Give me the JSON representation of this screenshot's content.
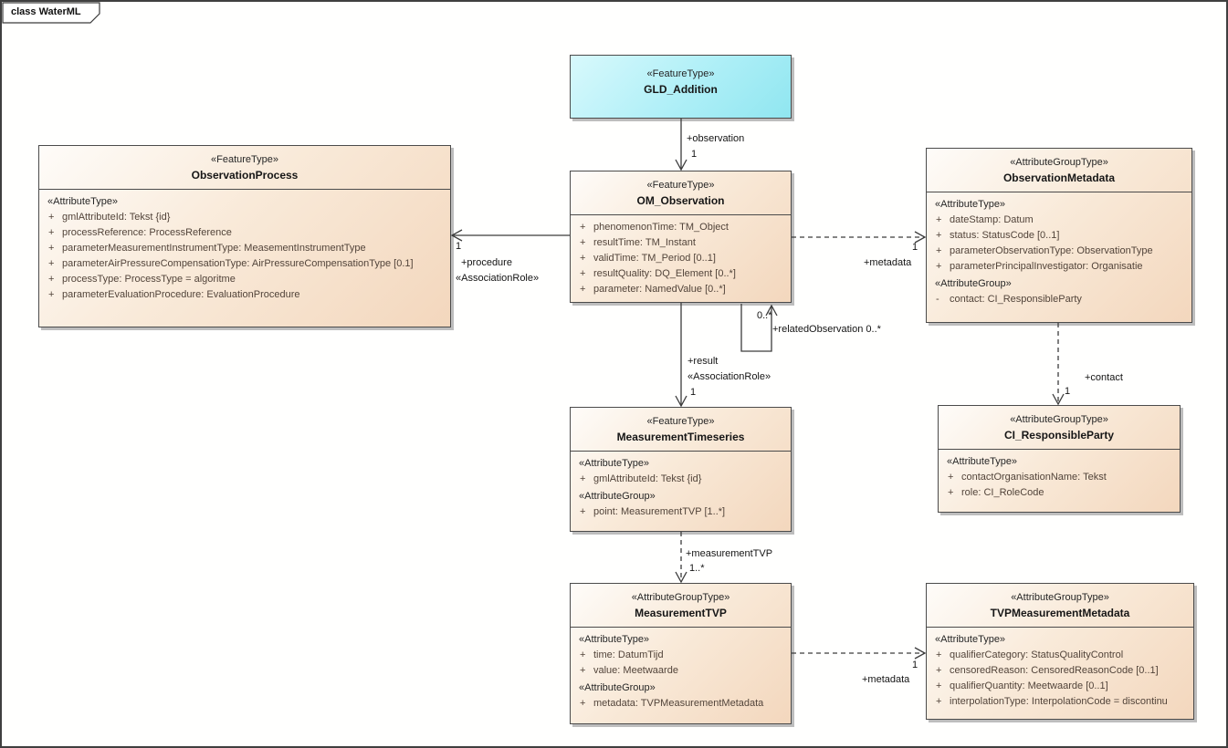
{
  "frame": {
    "title": "class WaterML"
  },
  "colors": {
    "highlight_fill": "#aeeff7",
    "class_fill_start": "#fefcf9",
    "class_fill_end": "#f3d7bd",
    "border": "#4b4b4b",
    "shadow": "#bdbdbd",
    "attribute_text": "#52443a",
    "line": "#3c3c3c"
  },
  "classes": {
    "gld_addition": {
      "stereotype": "«FeatureType»",
      "name": "GLD_Addition"
    },
    "observation_process": {
      "stereotype": "«FeatureType»",
      "name": "ObservationProcess",
      "rows": [
        {
          "t": "«AttributeType»"
        },
        {
          "p": "+",
          "t": "gmlAttributeId: Tekst {id}"
        },
        {
          "p": "+",
          "t": "processReference: ProcessReference"
        },
        {
          "p": "+",
          "t": "parameterMeasurementInstrumentType: MeasementInstrumentType"
        },
        {
          "p": "+",
          "t": "parameterAirPressureCompensationType: AirPressureCompensationType [0.1]"
        },
        {
          "p": "+",
          "t": "processType: ProcessType = algoritme"
        },
        {
          "p": "+",
          "t": "parameterEvaluationProcedure: EvaluationProcedure"
        }
      ]
    },
    "om_observation": {
      "stereotype": "«FeatureType»",
      "name": "OM_Observation",
      "rows": [
        {
          "p": "+",
          "t": "phenomenonTime: TM_Object"
        },
        {
          "p": "+",
          "t": "resultTime: TM_Instant"
        },
        {
          "p": "+",
          "t": "validTime: TM_Period [0..1]"
        },
        {
          "p": "+",
          "t": "resultQuality: DQ_Element [0..*]"
        },
        {
          "p": "+",
          "t": "parameter: NamedValue [0..*]"
        }
      ]
    },
    "observation_metadata": {
      "stereotype": "«AttributeGroupType»",
      "name": "ObservationMetadata",
      "rows": [
        {
          "t": "«AttributeType»"
        },
        {
          "p": "+",
          "t": "dateStamp: Datum"
        },
        {
          "p": "+",
          "t": "status: StatusCode [0..1]"
        },
        {
          "p": "+",
          "t": "parameterObservationType: ObservationType"
        },
        {
          "p": "+",
          "t": "parameterPrincipalInvestigator: Organisatie"
        },
        {
          "t": "«AttributeGroup»"
        },
        {
          "p": "-",
          "t": "contact: CI_ResponsibleParty"
        }
      ]
    },
    "measurement_timeseries": {
      "stereotype": "«FeatureType»",
      "name": "MeasurementTimeseries",
      "rows": [
        {
          "t": "«AttributeType»"
        },
        {
          "p": "+",
          "t": "gmlAttributeId: Tekst {id}"
        },
        {
          "t": "«AttributeGroup»"
        },
        {
          "p": "+",
          "t": "point: MeasurementTVP [1..*]"
        }
      ]
    },
    "ci_responsible_party": {
      "stereotype": "«AttributeGroupType»",
      "name": "CI_ResponsibleParty",
      "rows": [
        {
          "t": "«AttributeType»"
        },
        {
          "p": "+",
          "t": "contactOrganisationName: Tekst"
        },
        {
          "p": "+",
          "t": "role: CI_RoleCode"
        }
      ]
    },
    "measurement_tvp": {
      "stereotype": "«AttributeGroupType»",
      "name": "MeasurementTVP",
      "rows": [
        {
          "t": "«AttributeType»"
        },
        {
          "p": "+",
          "t": "time: DatumTijd"
        },
        {
          "p": "+",
          "t": "value: Meetwaarde"
        },
        {
          "t": "«AttributeGroup»"
        },
        {
          "p": "+",
          "t": "metadata: TVPMeasurementMetadata"
        }
      ]
    },
    "tvp_measurement_metadata": {
      "stereotype": "«AttributeGroupType»",
      "name": "TVPMeasurementMetadata",
      "rows": [
        {
          "t": "«AttributeType»"
        },
        {
          "p": "+",
          "t": "qualifierCategory: StatusQualityControl"
        },
        {
          "p": "+",
          "t": "censoredReason: CensoredReasonCode [0..1]"
        },
        {
          "p": "+",
          "t": "qualifierQuantity: Meetwaarde [0..1]"
        },
        {
          "p": "+",
          "t": "interpolationType: InterpolationCode = discontinu"
        }
      ]
    }
  },
  "connectors": {
    "observation": {
      "label": "+observation",
      "mult": "1"
    },
    "procedure": {
      "mult": "1",
      "label": "+procedure",
      "stereotype": "«AssociationRole»"
    },
    "metadata_top": {
      "mult": "1",
      "label": "+metadata"
    },
    "related_observation": {
      "mult": "0..*",
      "label": "+relatedObservation 0..*"
    },
    "result": {
      "label": "+result",
      "stereotype": "«AssociationRole»",
      "mult": "1"
    },
    "contact": {
      "label": "+contact",
      "mult": "1"
    },
    "measurement_tvp": {
      "label": "+measurementTVP",
      "mult": "1..*"
    },
    "metadata_bottom": {
      "mult": "1",
      "label": "+metadata"
    }
  }
}
